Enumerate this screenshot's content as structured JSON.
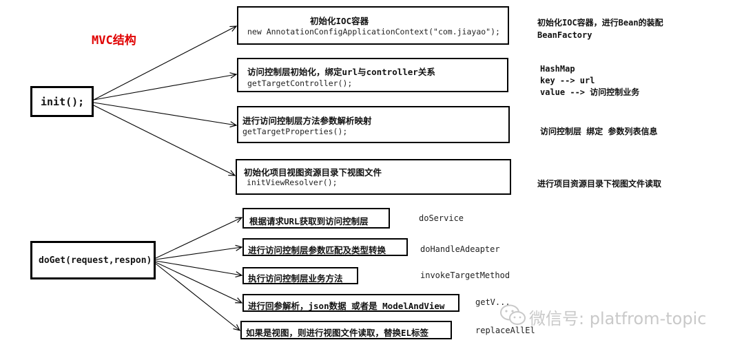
{
  "heading": "MVC结构",
  "init_node": "init();",
  "doget_node": "doGet(request,respon)",
  "init_steps": [
    {
      "title": "初始化IOC容器",
      "code": "new AnnotationConfigApplicationContext(\"com.jiayao\");"
    },
    {
      "title": "访问控制层初始化，绑定url与controller关系",
      "code": "getTargetController();"
    },
    {
      "title": "进行访问控制层方法参数解析映射",
      "code": "getTargetProperties();"
    },
    {
      "title": "初始化项目视图资源目录下视图文件",
      "code": "initViewResolver();"
    }
  ],
  "init_notes": [
    [
      "初始化IOC容器，进行Bean的装配",
      "BeanFactory"
    ],
    [
      "HashMap",
      "key --> url",
      "value --> 访问控制业务"
    ],
    [
      "访问控制层   绑定 参数列表信息"
    ],
    [
      "进行项目资源目录下视图文件读取"
    ]
  ],
  "doget_steps": [
    {
      "title": "根据请求URL获取到访问控制层",
      "method": "doService"
    },
    {
      "title": "进行访问控制层参数匹配及类型转换",
      "method": "doHandleAdeapter"
    },
    {
      "title": "执行访问控制层业务方法",
      "method": "invokeTargetMethod"
    },
    {
      "title": "进行回参解析，json数据 或者是 ModelAndView",
      "method": "getV..."
    },
    {
      "title": "如果是视图，则进行视图文件读取，替换EL标签",
      "method": "replaceAllEl"
    }
  ],
  "watermark": "微信号: platfrom-topic",
  "icons": {
    "watermark": "wechat-icon"
  }
}
